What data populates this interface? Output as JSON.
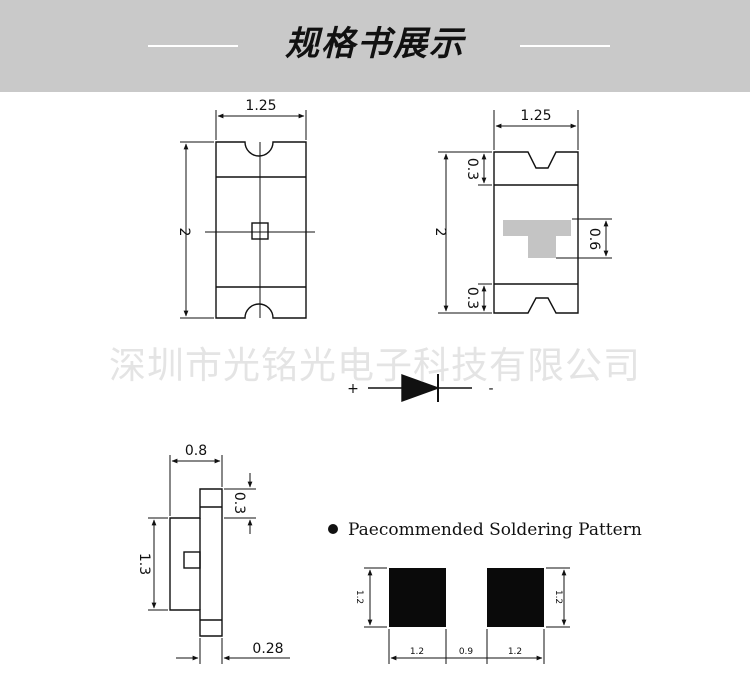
{
  "banner": {
    "title": "规格书展示"
  },
  "watermark": {
    "text": "深圳市光铭光电子科技有限公司"
  },
  "top_view": {
    "width_label": "1.25",
    "height_label": "2"
  },
  "back_view": {
    "width_label": "1.25",
    "height_label": "2",
    "top_notch_label": "0.3",
    "bottom_notch_label": "0.3",
    "pad_label": "0.6"
  },
  "polarity": {
    "plus": "+",
    "minus": "-"
  },
  "side_view": {
    "width_label": "0.8",
    "top_label": "0.3",
    "height_label": "1.3",
    "bottom_label": "0.28"
  },
  "soldering": {
    "title": "Paecommended Soldering Pattern",
    "left_height": "1.2",
    "right_height": "1.2",
    "left_width": "1.2",
    "gap": "0.9",
    "right_width": "1.2"
  }
}
